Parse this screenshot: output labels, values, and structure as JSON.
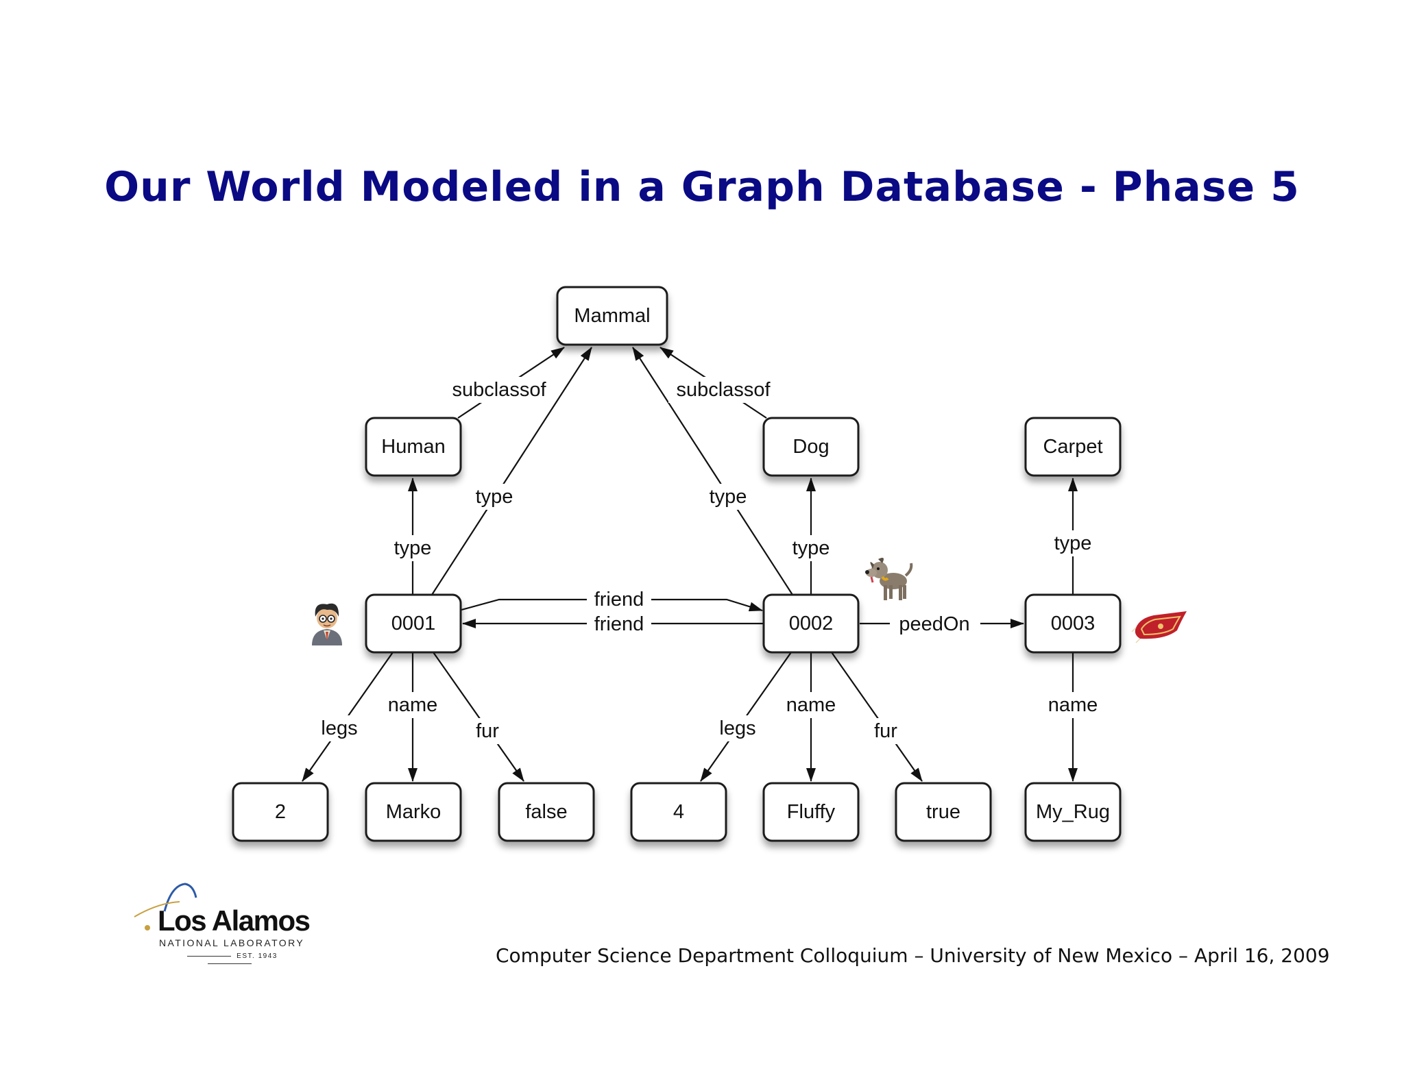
{
  "slide": {
    "title": "Our World Modeled in a Graph Database - Phase 5",
    "footer": "Computer Science Department Colloquium – University of New Mexico – April 16, 2009",
    "logo": {
      "name": "Los Alamos",
      "subtitle": "NATIONAL LABORATORY",
      "established": "EST. 1943"
    }
  },
  "graph": {
    "nodes": {
      "mammal": "Mammal",
      "human": "Human",
      "dog": "Dog",
      "carpet": "Carpet",
      "n0001": "0001",
      "n0002": "0002",
      "n0003": "0003",
      "legs2": "2",
      "marko": "Marko",
      "false": "false",
      "legs4": "4",
      "fluffy": "Fluffy",
      "true": "true",
      "myrug": "My_Rug"
    },
    "edges": {
      "human_subclassof": "subclassof",
      "dog_subclassof": "subclassof",
      "n0001_type_mammal": "type",
      "n0002_type_mammal": "type",
      "n0001_type_human": "type",
      "n0002_type_dog": "type",
      "n0003_type_carpet": "type",
      "friend_forward": "friend",
      "friend_back": "friend",
      "peedon": "peedOn",
      "n0001_legs": "legs",
      "n0001_name": "name",
      "n0001_fur": "fur",
      "n0002_legs": "legs",
      "n0002_name": "name",
      "n0002_fur": "fur",
      "n0003_name": "name"
    },
    "icons": [
      "person-icon",
      "dog-icon",
      "carpet-icon"
    ]
  }
}
